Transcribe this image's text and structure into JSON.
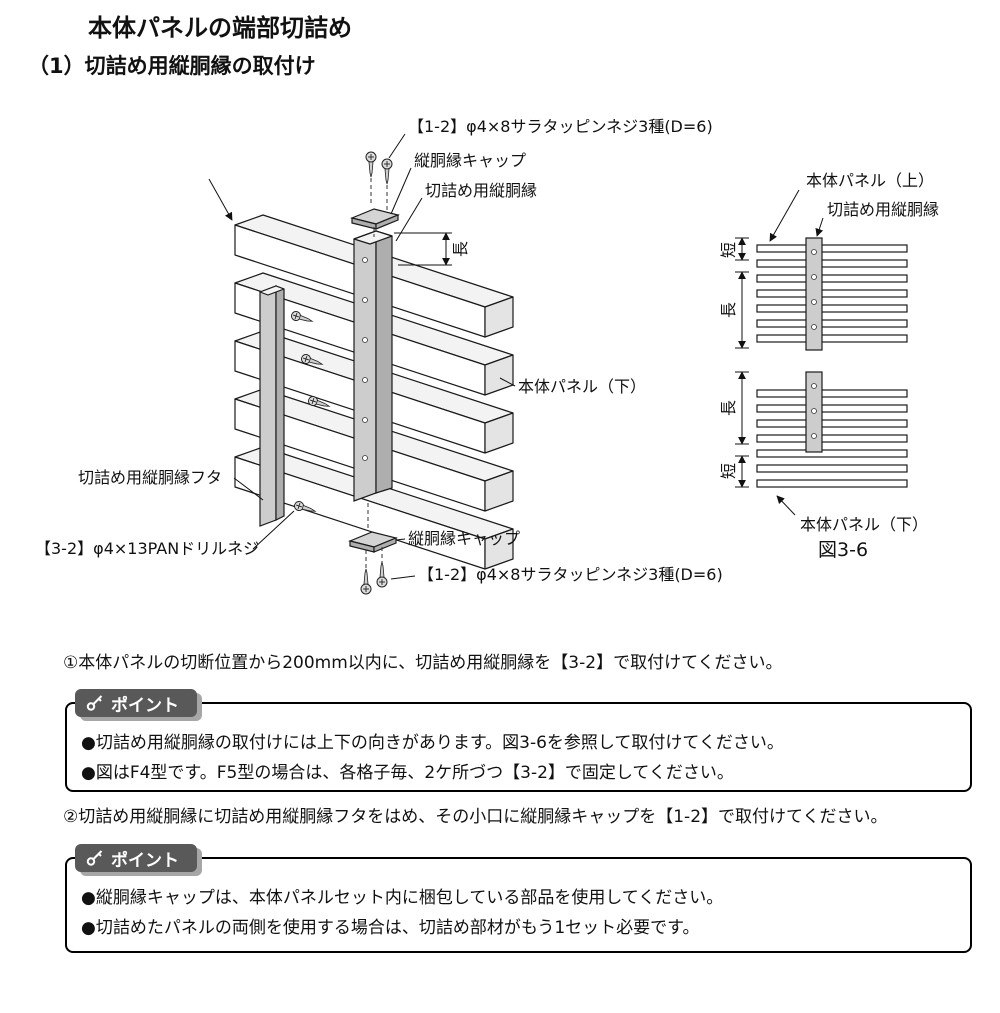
{
  "page": {
    "title": "本体パネルの端部切詰め",
    "subtitle": "（1）切詰め用縦胴縁の取付け"
  },
  "colors": {
    "point_tag_bg": "#595959",
    "point_tag_shadow": "#a6a6a6",
    "line_color": "#1a1a1a"
  },
  "main_diagram": {
    "label_screw_top": "【1-2】φ4×8サラタッピンネジ3種(D=6)",
    "label_cap_top": "縦胴縁キャップ",
    "label_rail": "切詰め用縦胴縁",
    "dim_long": "長",
    "label_panel_lower": "本体パネル（下）",
    "label_cover": "切詰め用縦胴縁フタ",
    "label_drill_screw": "【3-2】φ4×13PANドリルネジ",
    "label_cap_bottom": "縦胴縁キャップ",
    "label_screw_bottom": "【1-2】φ4×8サラタッピンネジ3種(D=6)"
  },
  "figure36": {
    "label_panel_upper": "本体パネル（上）",
    "label_rail": "切詰め用縦胴縁",
    "dim_short_top": "短",
    "dim_long_top": "長",
    "dim_long_bottom": "長",
    "dim_short_bottom": "短",
    "label_panel_lower": "本体パネル（下）",
    "caption": "図3-6"
  },
  "steps": {
    "step1": "①本体パネルの切断位置から200mm以内に、切詰め用縦胴縁を【3-2】で取付けてください。",
    "step2": "②切詰め用縦胴縁に切詰め用縦胴縁フタをはめ、その小口に縦胴縁キャップを【1-2】で取付けてください。"
  },
  "point1": {
    "label": "ポイント",
    "items": [
      "●切詰め用縦胴縁の取付けには上下の向きがあります。図3-6を参照して取付けてください。",
      "●図はF4型です。F5型の場合は、各格子毎、2ケ所づつ【3-2】で固定してください。"
    ]
  },
  "point2": {
    "label": "ポイント",
    "items": [
      "●縦胴縁キャップは、本体パネルセット内に梱包している部品を使用してください。",
      "●切詰めたパネルの両側を使用する場合は、切詰め部材がもう1セット必要です。"
    ]
  }
}
